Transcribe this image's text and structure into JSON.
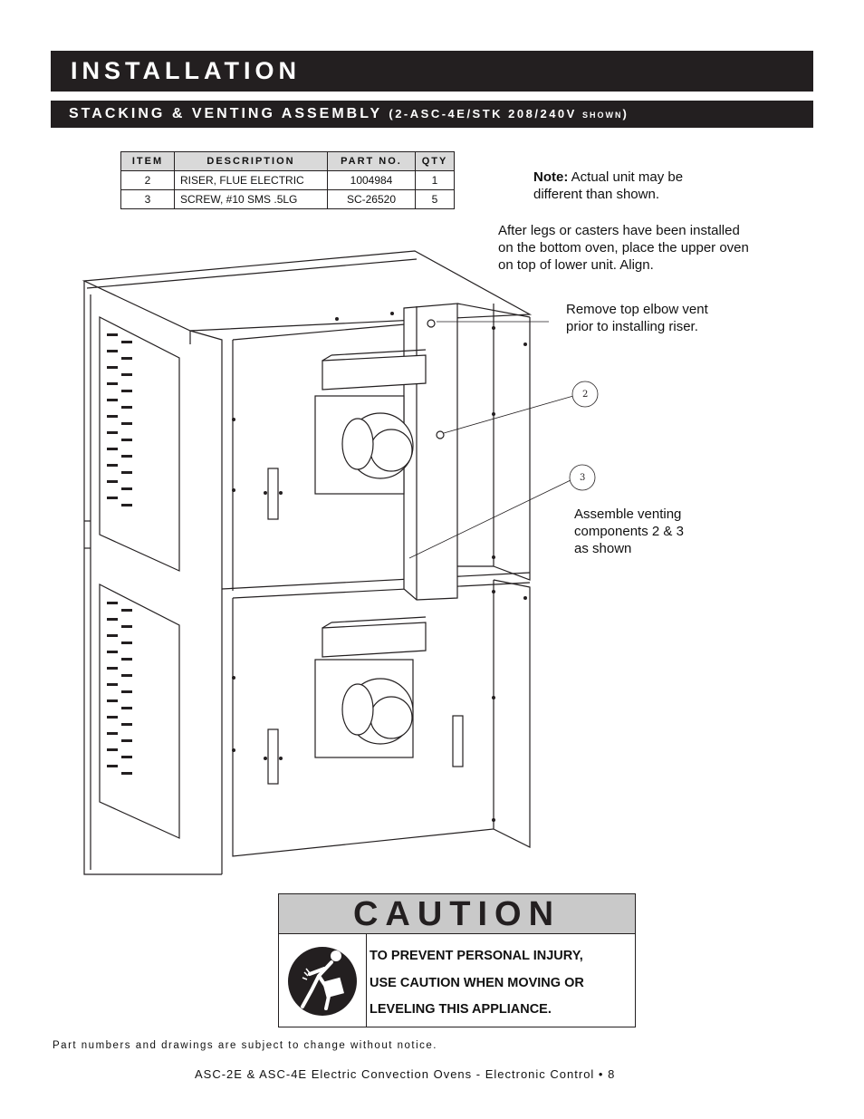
{
  "header": {
    "title": "INSTALLATION",
    "subtitle_main": "STACKING & VENTING ASSEMBLY",
    "subtitle_paren_open": "(2-ASC-4E/STK 208/240V",
    "subtitle_paren_small": "SHOWN",
    "subtitle_paren_close": ")"
  },
  "parts_table": {
    "headers": [
      "ITEM",
      "DESCRIPTION",
      "PART NO.",
      "QTY"
    ],
    "rows": [
      [
        "2",
        "RISER, FLUE ELECTRIC",
        "1004984",
        "1"
      ],
      [
        "3",
        "SCREW, #10 SMS .5LG",
        "SC-26520",
        "5"
      ]
    ]
  },
  "notes": {
    "note_label": "Note:",
    "note_text_1": "Actual unit may be",
    "note_text_2": "different than shown.",
    "stack_1": "After legs or casters have been installed",
    "stack_2": "on the bottom oven, place the upper oven",
    "stack_3": "on top of lower unit.  Align.",
    "elbow_1": "Remove top elbow vent",
    "elbow_2": "prior to installing riser.",
    "assemble_1": "Assemble venting",
    "assemble_2": "components 2 & 3",
    "assemble_3": "as shown"
  },
  "callouts": {
    "c2": "2",
    "c3": "3"
  },
  "caution": {
    "heading": "CAUTION",
    "line_1": "TO PREVENT PERSONAL INJURY,",
    "line_2": "USE CAUTION WHEN MOVING OR",
    "line_3": "LEVELING THIS APPLIANCE.",
    "icon": "person-lifting-box-icon"
  },
  "footer": {
    "disclaimer": "Part numbers and drawings are subject to change without notice.",
    "page_line": "ASC-2E & ASC-4E Electric Convection Ovens - Electronic Control • 8"
  },
  "colors": {
    "bar": "#231f20",
    "table_header": "#d9d9d9",
    "caution_header": "#c9c9c9"
  }
}
